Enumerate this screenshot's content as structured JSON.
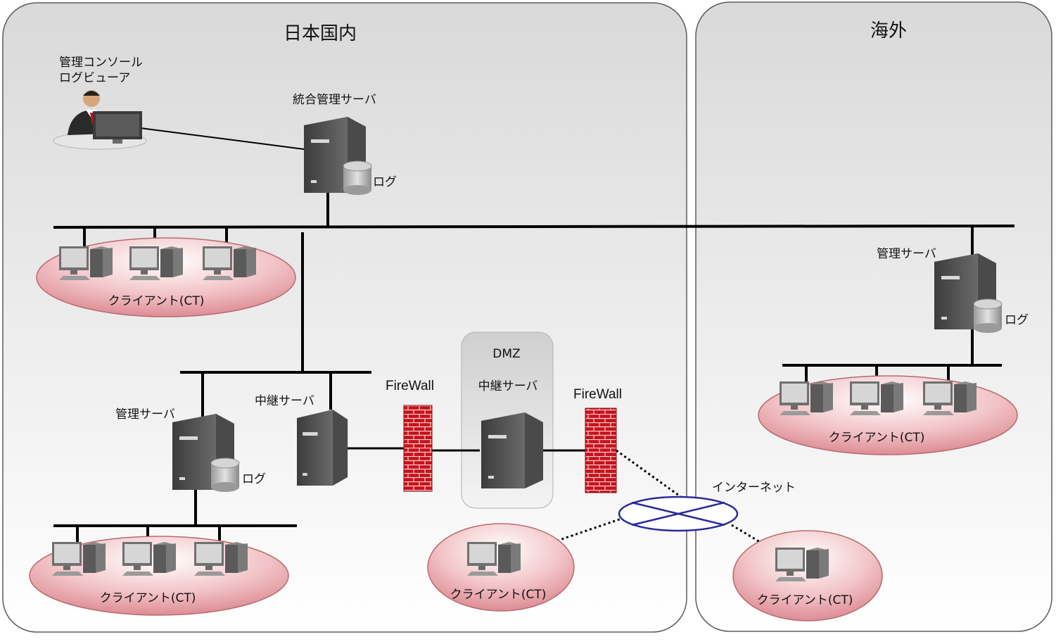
{
  "regions": {
    "domestic": "日本国内",
    "overseas": "海外",
    "dmz": "DMZ"
  },
  "labels": {
    "console": "管理コンソール",
    "log_viewer": "ログビューア",
    "integrated_server": "統合管理サーバ",
    "log": "ログ",
    "mgmt_server": "管理サーバ",
    "relay_server": "中継サーバ",
    "dmz_relay_server": "中継サーバ",
    "firewall_left": "FireWall",
    "firewall_right": "FireWall",
    "internet": "インターネット",
    "client_group": "クライアント(CT)"
  },
  "colors": {
    "panel_top": "#dcdcdc",
    "panel_bottom": "#ffffff",
    "panel_border": "#5a5a5a",
    "client_pink": "#e8a0a6",
    "firewall_red": "#c8121c",
    "internet_blue": "#2a2a9a"
  }
}
